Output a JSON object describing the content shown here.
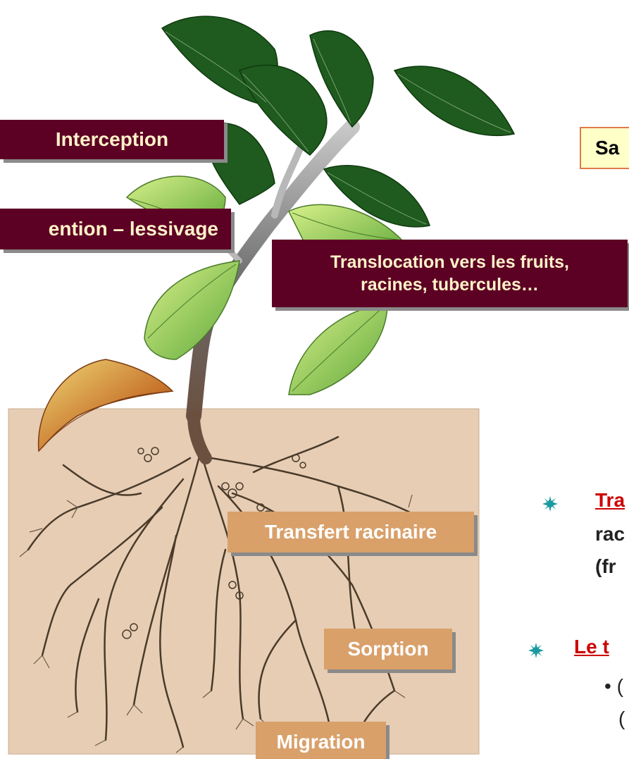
{
  "labels": {
    "interception": "Interception",
    "retention": "ention – lessivage",
    "translocation_line1": "Translocation vers les fruits,",
    "translocation_line2": "racines, tubercules…",
    "transfert": "Transfert racinaire",
    "sorption": "Sorption",
    "migration": "Migration",
    "top_right_box": "Sa"
  },
  "bullets": {
    "item1_heading": "Tra",
    "item1_line2": "rac",
    "item1_line3": "(fr",
    "item2_heading": "Le t",
    "item2_sub": "•  (",
    "item2_sub2": "("
  },
  "colors": {
    "maroon": "#5c0024",
    "tan": "#d9a06a",
    "soil": "#e6cdb4",
    "dark_leaf": "#1f5a1f",
    "light_leaf": "#a8d85a",
    "accent_red": "#cc0000"
  },
  "icons": {
    "bullet": "teal-star-icon"
  }
}
